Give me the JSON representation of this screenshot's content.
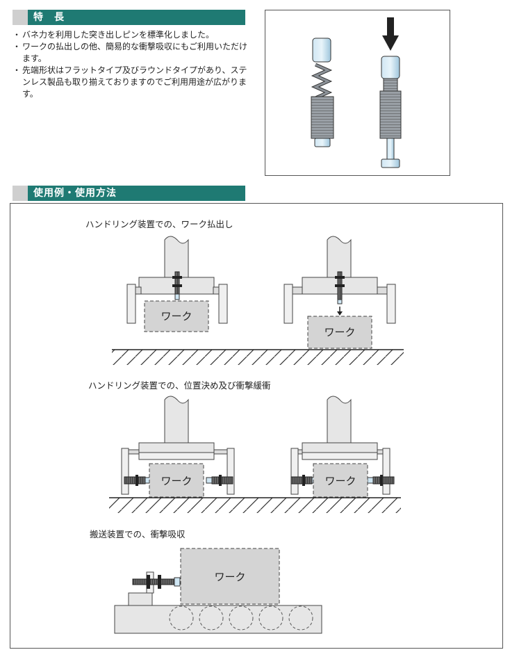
{
  "features": {
    "title": "特　長",
    "items": [
      "バネ力を利用した突き出しピンを標準化しました。",
      "ワークの払出しの他、簡易的な衝撃吸収にもご利用いただけます。",
      "先端形状はフラットタイプ及びラウンドタイプがあり、ステンレス製品も取り揃えておりますのでご利用用途が広がります。"
    ]
  },
  "usage": {
    "title": "使用例・使用方法",
    "captions": [
      "ハンドリング装置での、ワーク払出し",
      "ハンドリング装置での、位置決め及び衝撃緩衝",
      "搬送装置での、衝撃吸収"
    ],
    "work_label": "ワーク"
  }
}
